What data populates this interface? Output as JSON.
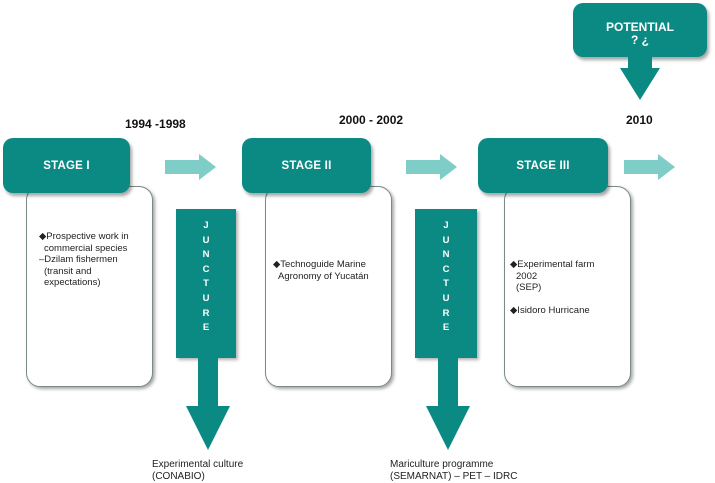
{
  "years": [
    "1994 -1998",
    "2000 - 2002",
    "2010"
  ],
  "stages": [
    {
      "label": "STAGE I",
      "lines": [
        "◆Prospective work in",
        "  commercial species",
        "–Dzilam fishermen",
        "  (transit and",
        "  expectations)"
      ]
    },
    {
      "label": "STAGE II",
      "lines": [
        "◆Technoguide Marine",
        "  Agronomy of Yucatán"
      ]
    },
    {
      "label": "STAGE III",
      "lines": [
        "◆Experimental farm",
        "  2002",
        "  (SEP)",
        "",
        "◆Isidoro Hurricane"
      ]
    }
  ],
  "junctures": [
    {
      "letters": [
        "J",
        "U",
        "N",
        "C",
        "T",
        "U",
        "R",
        "E"
      ],
      "note": [
        "Experimental culture",
        "(CONABIO)"
      ]
    },
    {
      "letters": [
        "J",
        "U",
        "N",
        "C",
        "T",
        "U",
        "R",
        "E"
      ],
      "note": [
        "Mariculture programme",
        "(SEMARNAT) – PET – IDRC"
      ]
    }
  ],
  "potential": {
    "title": "POTENTIAL",
    "marks": "? ¿"
  },
  "colors": {
    "teal": "#0b8a84",
    "arrow_light": "#7ecdc6"
  }
}
